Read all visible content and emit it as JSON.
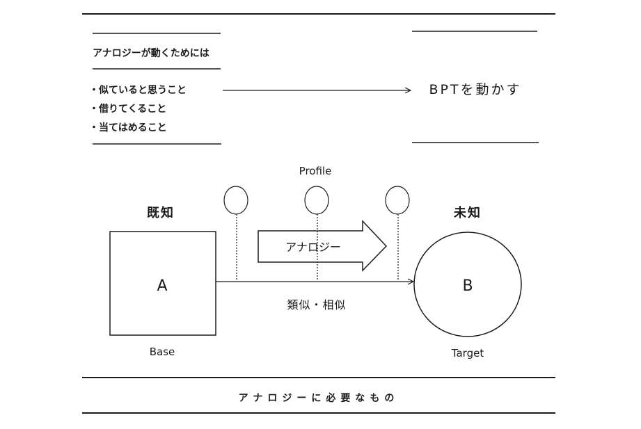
{
  "top": {
    "heading": "アナロジーが動くためには",
    "items": [
      "・似ていると思うこと",
      "・借りてくること",
      "・当てはめること"
    ],
    "result": "BPTを動かす"
  },
  "diagram": {
    "profile_label": "Profile",
    "known_label": "既知",
    "unknown_label": "未知",
    "base_letter": "A",
    "target_letter": "B",
    "base_label": "Base",
    "target_label": "Target",
    "arrow_label": "アナロジー",
    "relation_label": "類似・相似"
  },
  "caption": "アナロジーに必要なもの"
}
